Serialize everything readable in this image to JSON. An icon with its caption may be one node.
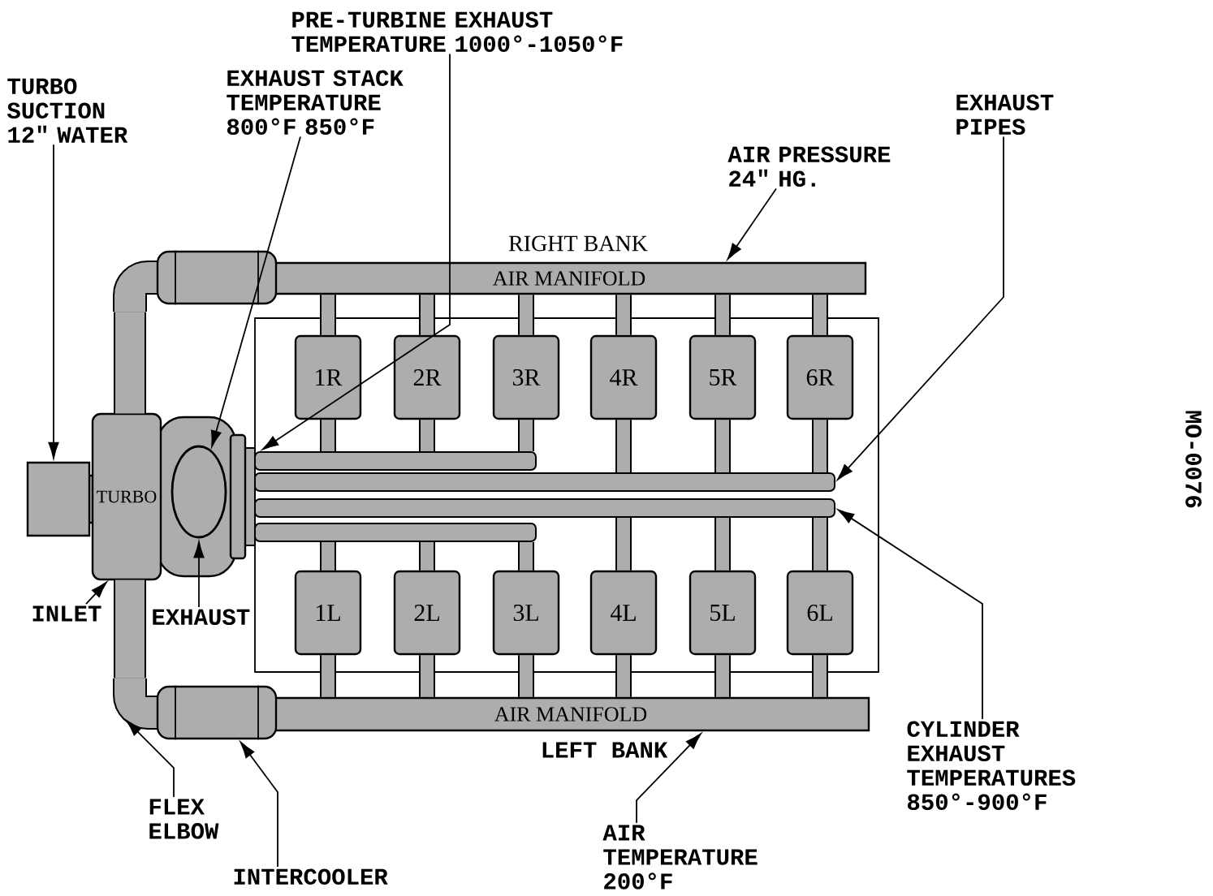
{
  "diagram": {
    "nodes": [
      {
        "text": [
          "PRE-TURBINE EXHAUST TEMPERATURE 1000°-1050°F"
        ]
      },
      {
        "text": [
          "EXHAUST STACK TEMPERATURE 800°F 850°F"
        ]
      },
      {
        "text": [
          "TURBO SUCTION 12\" WATER"
        ]
      },
      {
        "text": [
          "EXHAUST PIPES"
        ]
      },
      {
        "text": [
          "AIR PRESSURE 24\" HG."
        ]
      },
      {
        "text": [],
        "shape": "elbow"
      },
      {
        "text": [],
        "shape": "cylinder"
      },
      {
        "text": [
          "AIR MANIFOLD"
        ],
        "beside": [
          "RIGHT BANK"
        ]
      },
      {
        "text": [],
        "shape": "box"
      },
      {
        "text": [
          "1R"
        ],
        "in": 8
      },
      {
        "text": [
          "2R"
        ],
        "in": 8
      },
      {
        "text": [
          "3R"
        ],
        "in": 8
      },
      {
        "text": [
          "4R"
        ],
        "in": 8
      },
      {
        "text": [
          "5R"
        ],
        "in": 8
      },
      {
        "text": [
          "6R"
        ],
        "in": 8
      },
      {
        "text": [],
        "shape": "box"
      },
      {
        "text": [
          "TURBO"
        ]
      },
      {
        "text": [],
        "shape": "oval",
        "in": 16
      },
      {
        "text": [],
        "shape": "bar",
        "in": 8
      },
      {
        "text": [],
        "shape": "bar",
        "in": 8
      },
      {
        "text": [],
        "shape": "bar",
        "in": 8
      },
      {
        "text": [],
        "shape": "bar",
        "in": 8
      },
      {
        "text": [
          "1L"
        ],
        "in": 8
      },
      {
        "text": [
          "2L"
        ],
        "in": 8
      },
      {
        "text": [
          "3L"
        ],
        "in": 8
      },
      {
        "text": [
          "4L"
        ],
        "in": 8
      },
      {
        "text": [
          "5L"
        ],
        "in": 8
      },
      {
        "text": [
          "6L"
        ],
        "in": 8
      },
      {
        "text": [
          "INLET"
        ]
      },
      {
        "text": [
          "EXHAUST"
        ]
      },
      {
        "text": [],
        "shape": "elbow"
      },
      {
        "text": [],
        "shape": "cylinder"
      },
      {
        "text": [
          "AIR MANIFOLD"
        ],
        "beside": [
          "LEFT BANK"
        ]
      },
      {
        "text": [
          "CYLINDER EXHAUST TEMPERATURES 850°-900°F"
        ]
      },
      {
        "text": [
          "FLEX ELBOW"
        ]
      },
      {
        "text": [
          "AIR TEMPERATURE 200°F"
        ]
      },
      {
        "text": [
          "INTERCOOLER"
        ]
      }
    ],
    "edges": [
      {
        "from": 0,
        "to": 18,
        "arrow": "to"
      },
      {
        "from": 2,
        "to": 15,
        "arrow": "to"
      },
      {
        "from": 1,
        "to": 17,
        "arrow": "to"
      },
      {
        "from": 3,
        "to": 19,
        "arrow": "to"
      },
      {
        "from": 4,
        "to": 7,
        "arrow": "to"
      },
      {
        "from": 28,
        "to": 16,
        "arrow": "to"
      },
      {
        "from": 29,
        "to": 17,
        "arrow": "to"
      },
      {
        "from": 33,
        "to": 20,
        "arrow": "to"
      },
      {
        "from": 34,
        "to": 30,
        "arrow": "to"
      },
      {
        "from": 35,
        "to": 32,
        "arrow": "to"
      },
      {
        "from": 36,
        "to": 31,
        "arrow": "to"
      },
      {
        "from": 16,
        "to": 5,
        "arrow": "none",
        "style": "thick"
      },
      {
        "from": 16,
        "to": 30,
        "arrow": "none",
        "style": "thick"
      },
      {
        "from": 7,
        "to": 9,
        "arrow": "none"
      },
      {
        "from": 7,
        "to": 10,
        "arrow": "none"
      },
      {
        "from": 7,
        "to": 11,
        "arrow": "none"
      },
      {
        "from": 7,
        "to": 12,
        "arrow": "none"
      },
      {
        "from": 7,
        "to": 13,
        "arrow": "none"
      },
      {
        "from": 7,
        "to": 14,
        "arrow": "none"
      },
      {
        "from": 9,
        "to": 18,
        "arrow": "none"
      },
      {
        "from": 10,
        "to": 18,
        "arrow": "none"
      },
      {
        "from": 11,
        "to": 18,
        "arrow": "none"
      },
      {
        "from": 12,
        "to": 19,
        "arrow": "none"
      },
      {
        "from": 13,
        "to": 19,
        "arrow": "none"
      },
      {
        "from": 14,
        "to": 19,
        "arrow": "none"
      },
      {
        "from": 22,
        "to": 21,
        "arrow": "none"
      },
      {
        "from": 23,
        "to": 21,
        "arrow": "none"
      },
      {
        "from": 24,
        "to": 21,
        "arrow": "none"
      },
      {
        "from": 25,
        "to": 20,
        "arrow": "none"
      },
      {
        "from": 26,
        "to": 20,
        "arrow": "none"
      },
      {
        "from": 27,
        "to": 20,
        "arrow": "none"
      },
      {
        "from": 32,
        "to": 22,
        "arrow": "none"
      },
      {
        "from": 32,
        "to": 23,
        "arrow": "none"
      },
      {
        "from": 32,
        "to": 24,
        "arrow": "none"
      },
      {
        "from": 32,
        "to": 25,
        "arrow": "none"
      },
      {
        "from": 32,
        "to": 26,
        "arrow": "none"
      },
      {
        "from": 32,
        "to": 27,
        "arrow": "none"
      }
    ],
    "labels": [
      "MO-0076"
    ]
  }
}
